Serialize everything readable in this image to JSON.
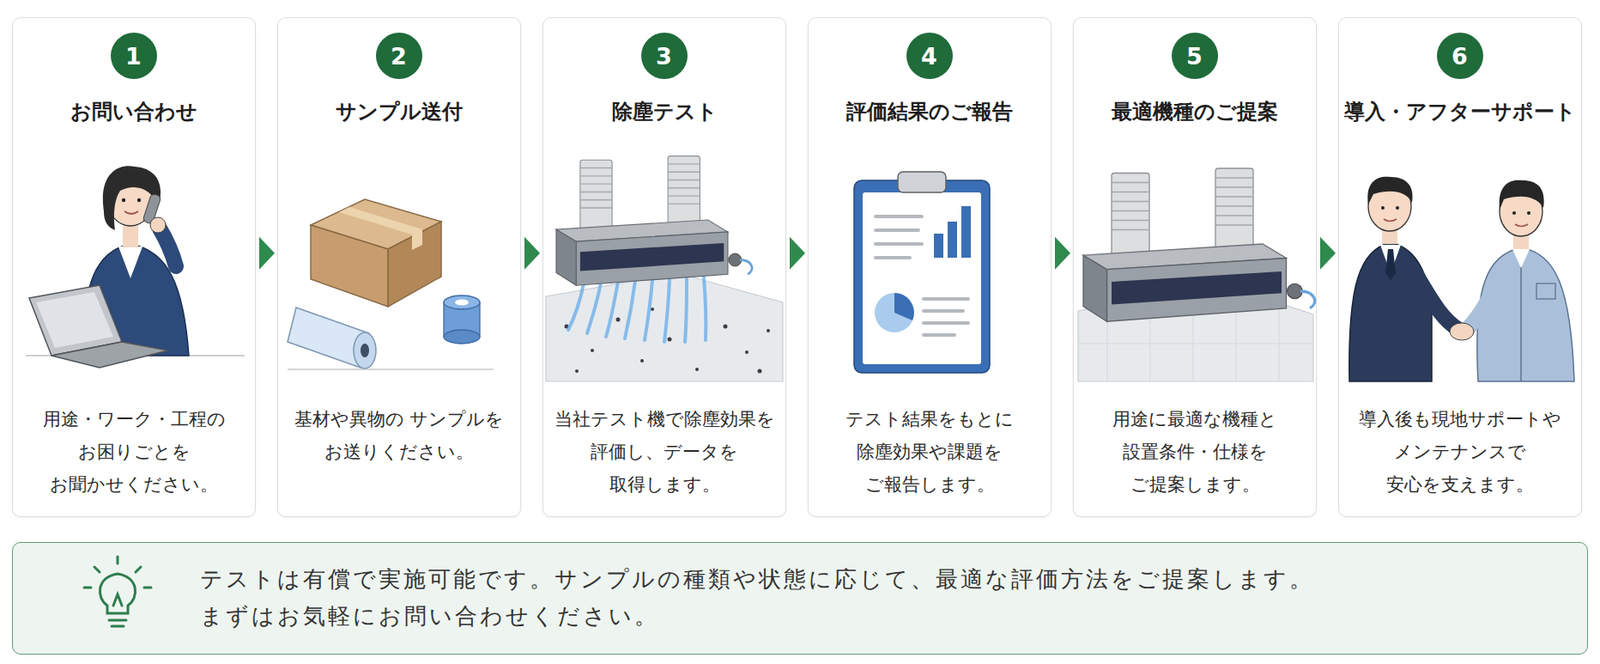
{
  "diagram": {
    "nodes": [
      {
        "text": [
          "お問い合わせ",
          "用途・ワーク・工程の お困りごとを お聞かせください。"
        ]
      },
      {
        "text": [
          "1"
        ],
        "in": 0
      },
      {
        "text": [
          "サンプル送付",
          "基材や異物の サンプルを お送りください。"
        ]
      },
      {
        "text": [
          "2"
        ],
        "in": 2
      },
      {
        "text": [
          "除塵テスト",
          "当社テスト機で除塵効果を 評価し、データを 取得します。"
        ]
      },
      {
        "text": [
          "3"
        ],
        "in": 4
      },
      {
        "text": [
          "評価結果のご報告",
          "テスト結果をもとに 除塵効果や課題を ご報告します。"
        ]
      },
      {
        "text": [
          "4"
        ],
        "in": 6
      },
      {
        "text": [
          "最適機種のご提案",
          "用途に最適な機種と 設置条件・仕様を ご提案します。"
        ]
      },
      {
        "text": [
          "5"
        ],
        "in": 8
      },
      {
        "text": [
          "導入・アフターサポート",
          "導入後も現地サポートや メンテナンスで 安心を支えます。"
        ]
      },
      {
        "text": [
          "6"
        ],
        "in": 10
      },
      {
        "text": [
          "テストは有償で実施可能です。サンプルの種類や状態に応じて、最適な評価方法をご提案します。",
          "まずはお気軽にお問い合わせください。"
        ]
      }
    ],
    "edges": [
      {
        "from": 0,
        "to": 2,
        "arrow": "to"
      },
      {
        "from": 2,
        "to": 4,
        "arrow": "to"
      },
      {
        "from": 4,
        "to": 6,
        "arrow": "to"
      },
      {
        "from": 6,
        "to": 8,
        "arrow": "to"
      },
      {
        "from": 8,
        "to": 10,
        "arrow": "to"
      }
    ]
  }
}
